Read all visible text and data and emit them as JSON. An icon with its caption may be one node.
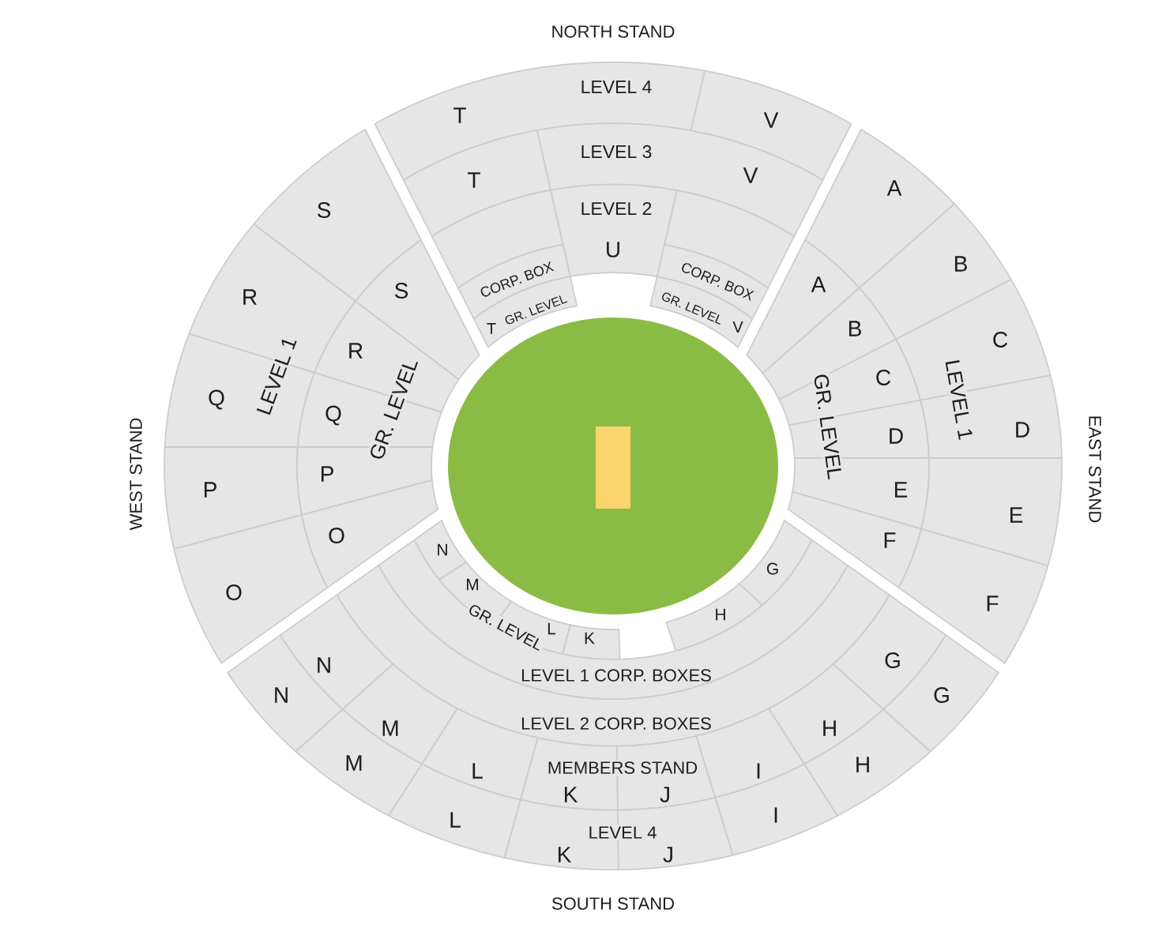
{
  "diagram": {
    "nodes": [
      {
        "text": [
          "LEVEL 4",
          "T"
        ]
      },
      {
        "text": [
          "V"
        ]
      },
      {
        "text": [
          "T"
        ]
      },
      {
        "text": [
          "LEVEL 3",
          "V"
        ]
      },
      {
        "text": [],
        "shape": "box"
      },
      {
        "text": [
          "LEVEL 2",
          "U"
        ]
      },
      {
        "text": [],
        "shape": "box"
      },
      {
        "text": [
          "CORP. BOX"
        ]
      },
      {
        "text": [
          "CORP. BOX"
        ]
      },
      {
        "text": [
          "T",
          "GR. LEVEL"
        ]
      },
      {
        "text": [
          "GR. LEVEL",
          "V"
        ]
      },
      {
        "text": [
          "S"
        ]
      },
      {
        "text": [
          "R"
        ]
      },
      {
        "text": [
          "Q"
        ]
      },
      {
        "text": [
          "P"
        ]
      },
      {
        "text": [
          "O"
        ]
      },
      {
        "text": [
          "S"
        ]
      },
      {
        "text": [
          "R"
        ]
      },
      {
        "text": [
          "Q"
        ]
      },
      {
        "text": [
          "P"
        ]
      },
      {
        "text": [
          "O"
        ]
      },
      {
        "text": [
          "A"
        ]
      },
      {
        "text": [
          "B"
        ]
      },
      {
        "text": [
          "C"
        ]
      },
      {
        "text": [
          "D"
        ]
      },
      {
        "text": [
          "E"
        ]
      },
      {
        "text": [
          "F"
        ]
      },
      {
        "text": [
          "A"
        ]
      },
      {
        "text": [
          "B"
        ]
      },
      {
        "text": [
          "C"
        ]
      },
      {
        "text": [
          "D"
        ]
      },
      {
        "text": [
          "E"
        ]
      },
      {
        "text": [
          "F"
        ]
      },
      {
        "text": [
          "N"
        ]
      },
      {
        "text": [
          "M"
        ]
      },
      {
        "text": [
          "L"
        ]
      },
      {
        "text": [
          "K"
        ]
      },
      {
        "text": [
          "H"
        ]
      },
      {
        "text": [
          "G"
        ]
      },
      {
        "text": [
          "LEVEL 1 CORP. BOXES"
        ]
      },
      {
        "text": [
          "LEVEL 2 CORP. BOXES"
        ]
      },
      {
        "text": [
          "N"
        ]
      },
      {
        "text": [
          "M"
        ]
      },
      {
        "text": [
          "L"
        ]
      },
      {
        "text": [
          "K"
        ]
      },
      {
        "text": [
          "J"
        ]
      },
      {
        "text": [
          "I"
        ]
      },
      {
        "text": [
          "H"
        ]
      },
      {
        "text": [
          "G"
        ]
      },
      {
        "text": [
          "N"
        ]
      },
      {
        "text": [
          "M"
        ]
      },
      {
        "text": [
          "L"
        ]
      },
      {
        "text": [
          "K"
        ]
      },
      {
        "text": [
          "J"
        ]
      },
      {
        "text": [
          "I"
        ]
      },
      {
        "text": [
          "H"
        ]
      },
      {
        "text": [
          "G"
        ]
      }
    ],
    "labels": [
      "NORTH STAND",
      "WEST STAND",
      "LEVEL 1",
      "GR. LEVEL",
      "GR. LEVEL",
      "LEVEL 1",
      "EAST STAND",
      "GR. LEVEL",
      "MEMBERS STAND",
      "LEVEL 4",
      "SOUTH STAND"
    ]
  }
}
